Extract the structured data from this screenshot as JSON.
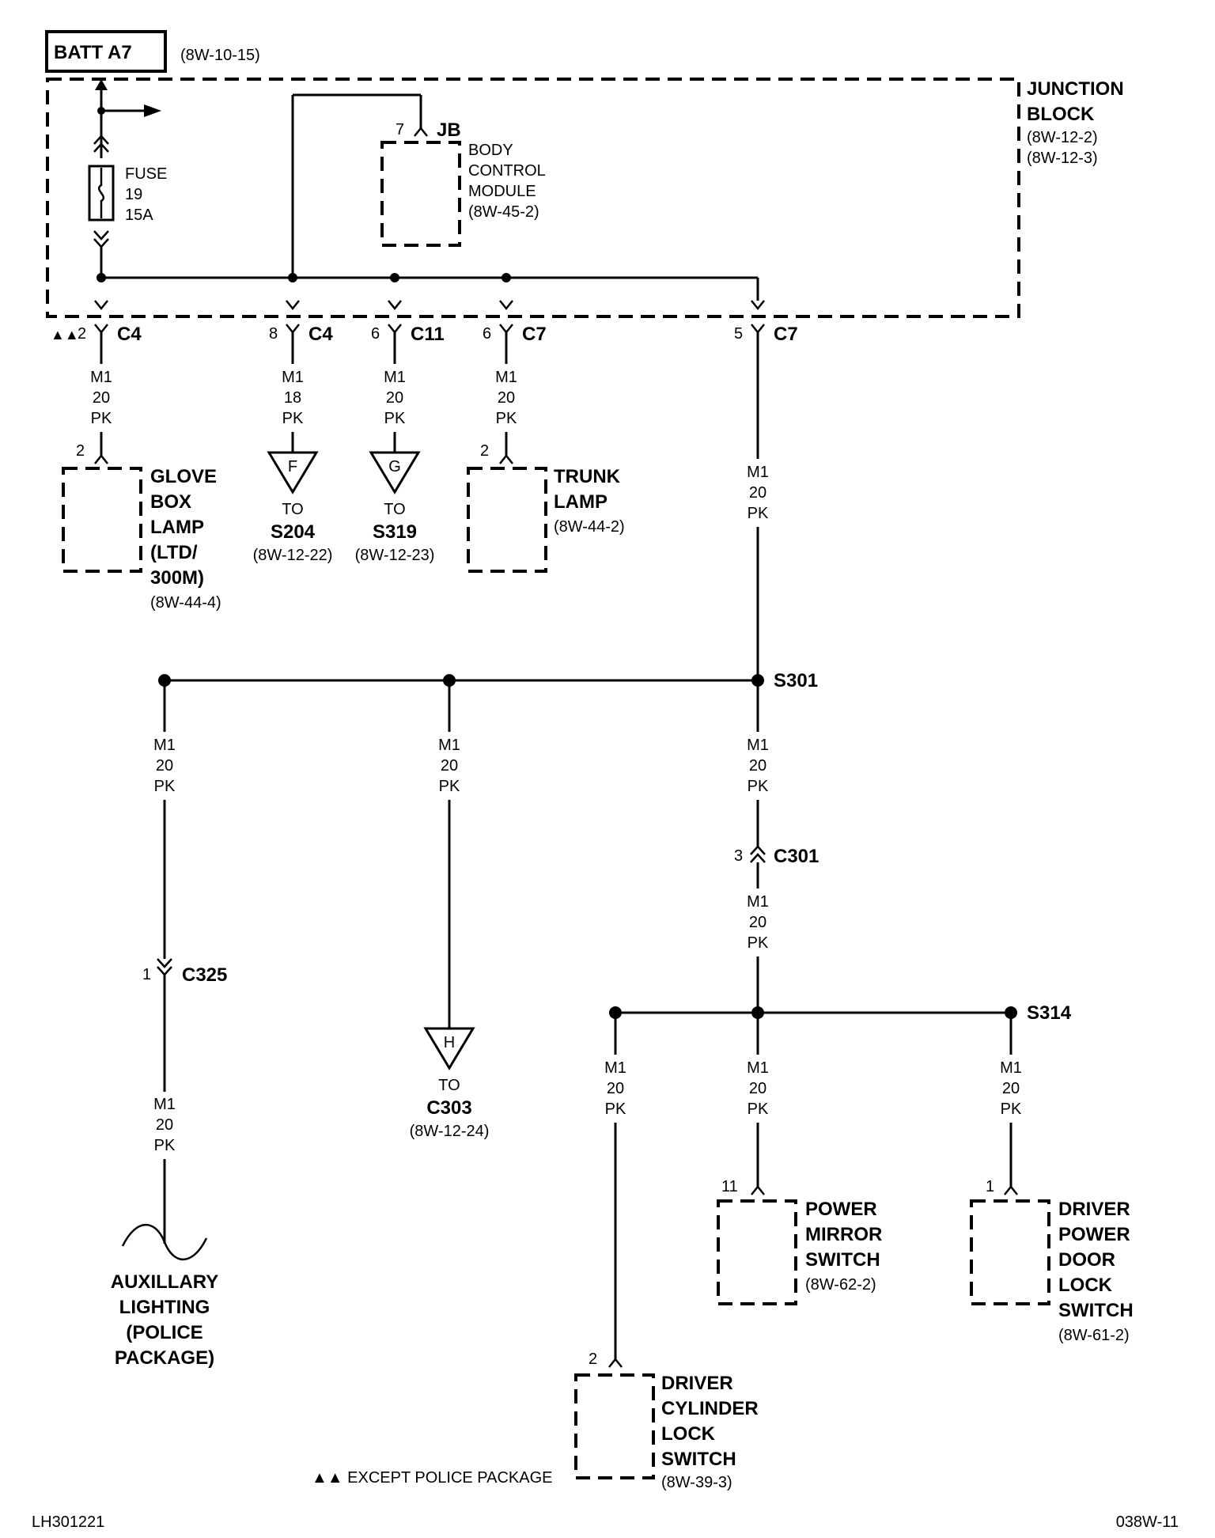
{
  "batt": {
    "label": "BATT A7",
    "ref": "(8W-10-15)"
  },
  "junction_block": {
    "line1": "JUNCTION",
    "line2": "BLOCK",
    "ref1": "(8W-12-2)",
    "ref2": "(8W-12-3)"
  },
  "fuse": {
    "l1": "FUSE",
    "l2": "19",
    "l3": "15A"
  },
  "bcm": {
    "pin": "7",
    "conn": "JB",
    "l1": "BODY",
    "l2": "CONTROL",
    "l3": "MODULE",
    "ref": "(8W-45-2)"
  },
  "conn_top": [
    {
      "pin": "2",
      "name": "C4",
      "mark": "▲▲"
    },
    {
      "pin": "8",
      "name": "C4"
    },
    {
      "pin": "6",
      "name": "C11"
    },
    {
      "pin": "6",
      "name": "C7"
    },
    {
      "pin": "5",
      "name": "C7"
    }
  ],
  "wire": {
    "circuit": "M1",
    "gauge20": "20",
    "gauge18": "18",
    "color": "PK"
  },
  "glove": {
    "pin": "2",
    "l1": "GLOVE",
    "l2": "BOX",
    "l3": "LAMP",
    "l4": "(LTD/",
    "l5": "300M)",
    "ref": "(8W-44-4)"
  },
  "to_s204": {
    "letter": "F",
    "to": "TO",
    "dest": "S204",
    "ref": "(8W-12-22)"
  },
  "to_s319": {
    "letter": "G",
    "to": "TO",
    "dest": "S319",
    "ref": "(8W-12-23)"
  },
  "trunk": {
    "pin": "2",
    "l1": "TRUNK",
    "l2": "LAMP",
    "ref": "(8W-44-2)"
  },
  "s301": "S301",
  "c301": {
    "pin": "3",
    "name": "C301"
  },
  "c325": {
    "pin": "1",
    "name": "C325"
  },
  "to_c303": {
    "letter": "H",
    "to": "TO",
    "dest": "C303",
    "ref": "(8W-12-24)"
  },
  "aux": {
    "l1": "AUXILLARY",
    "l2": "LIGHTING",
    "l3": "(POLICE",
    "l4": "PACKAGE)"
  },
  "s314": "S314",
  "mirror": {
    "pin": "11",
    "l1": "POWER",
    "l2": "MIRROR",
    "l3": "SWITCH",
    "ref": "(8W-62-2)"
  },
  "door_lock": {
    "pin": "1",
    "l1": "DRIVER",
    "l2": "POWER",
    "l3": "DOOR",
    "l4": "LOCK",
    "l5": "SWITCH",
    "ref": "(8W-61-2)"
  },
  "cyl_lock": {
    "pin": "2",
    "l1": "DRIVER",
    "l2": "CYLINDER",
    "l3": "LOCK",
    "l4": "SWITCH",
    "ref": "(8W-39-3)"
  },
  "footer": {
    "left": "LH301221",
    "note": "▲▲ EXCEPT POLICE PACKAGE",
    "right": "038W-11"
  }
}
